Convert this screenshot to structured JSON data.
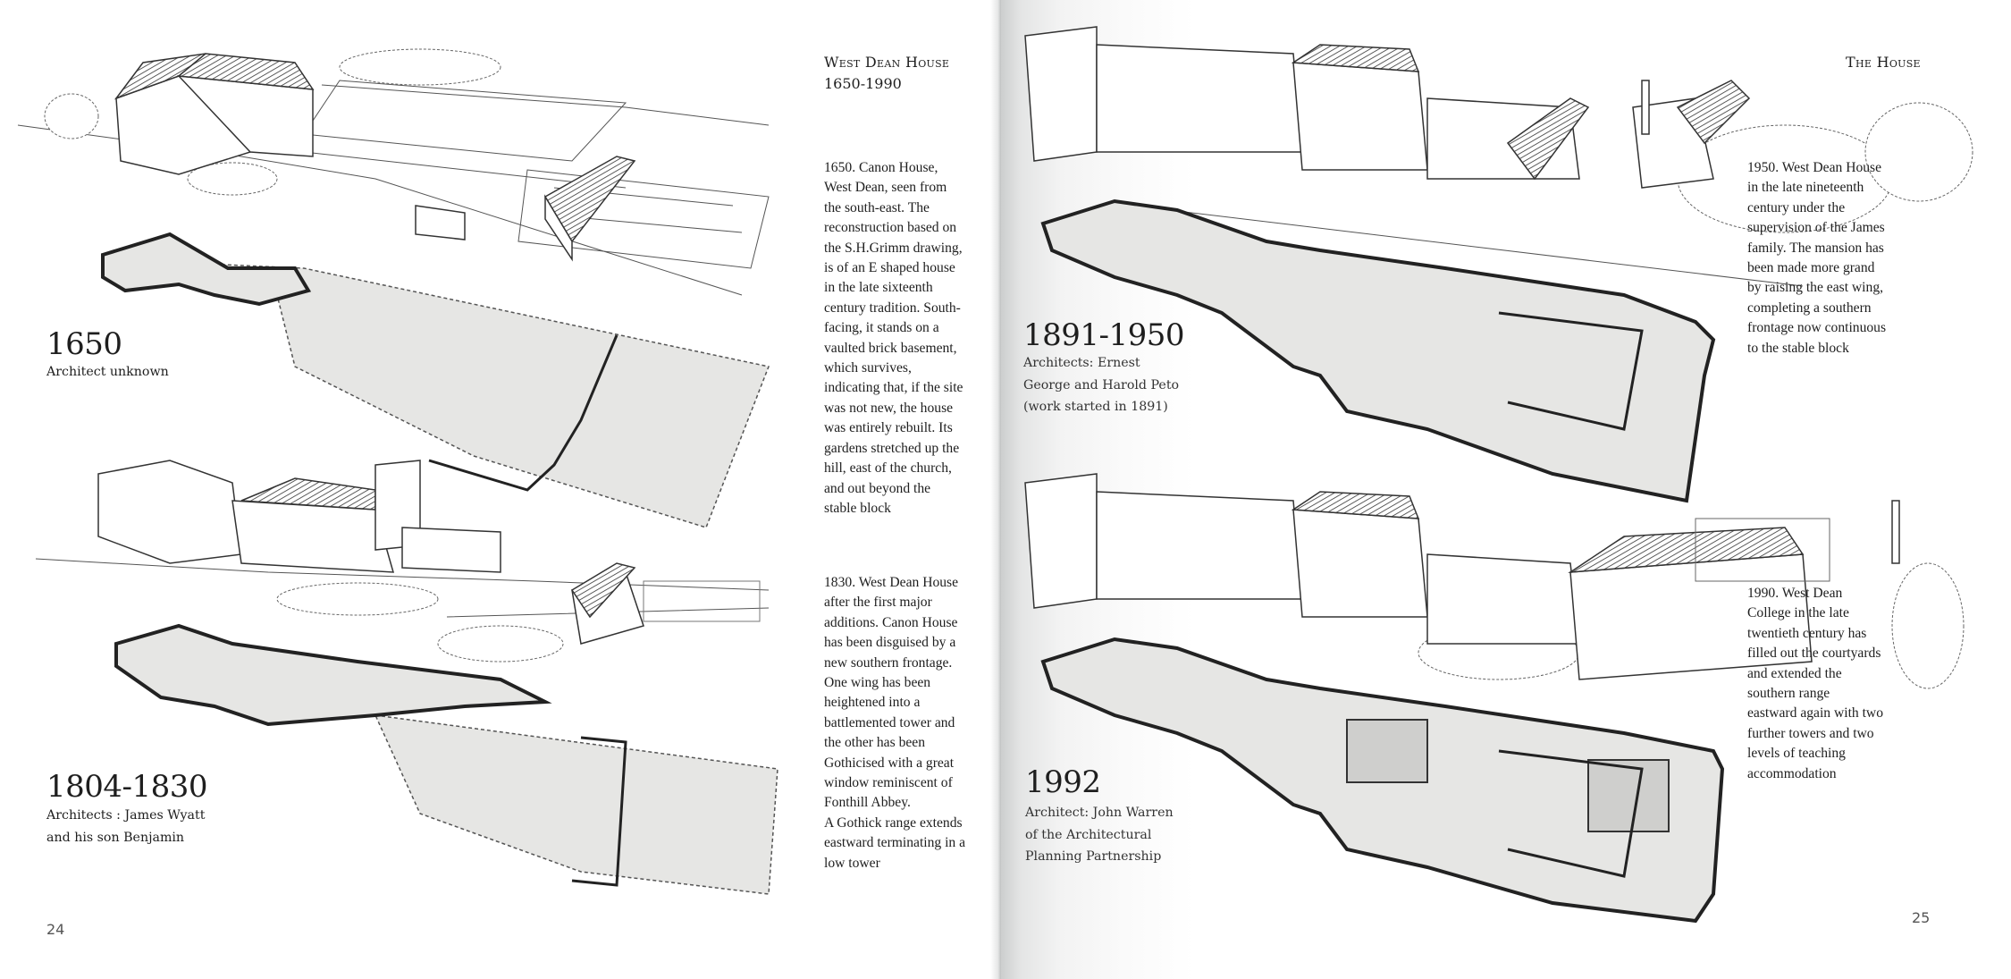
{
  "left_page": {
    "heading": {
      "title": "West Dean House",
      "dates": "1650-1990"
    },
    "paragraph_1650": "1650. Canon House,\nWest Dean, seen from\nthe south-east. The\nreconstruction based on\nthe S.H.Grimm drawing,\nis of an E shaped house\nin the late sixteenth\ncentury tradition. South-\nfacing, it stands on a\nvaulted brick basement,\nwhich survives,\nindicating that, if the site\nwas not new, the house\nwas entirely rebuilt. Its\ngardens stretched up the\nhill, east of the church,\nand out beyond the\nstable block",
    "paragraph_1830": "1830. West Dean House\nafter the first major\nadditions. Canon House\nhas been disguised by a\nnew southern frontage.\nOne wing has been\nheightened into a\nbattlemented tower and\nthe other has been\nGothicised with a great\nwindow reminiscent of\nFonthill Abbey.\nA Gothick range extends\neastward terminating in a\nlow tower",
    "era_1650": {
      "year": "1650",
      "caption": "Architect unknown"
    },
    "era_1804": {
      "year": "1804-1830",
      "caption": "Architects : James Wyatt\nand his son Benjamin"
    },
    "page_number": "24"
  },
  "right_page": {
    "running_head": "The House",
    "paragraph_1950": "1950. West Dean House\nin the late nineteenth\ncentury under the\nsupervision of the James\nfamily. The mansion has\nbeen made more grand\nby raising the east wing,\ncompleting a southern\nfrontage now continuous\nto the stable block",
    "paragraph_1990": "1990. West Dean\nCollege in the late\ntwentieth century has\nfilled out the courtyards\nand extended the\nsouthern range\neastward again with two\nfurther towers and two\nlevels of teaching\naccommodation",
    "era_1891": {
      "year": "1891-1950",
      "caption": "Architects: Ernest\nGeorge and Harold Peto\n(work started in 1891)"
    },
    "era_1992": {
      "year": "1992",
      "caption": "Architect: John Warren\nof the Architectural\nPlanning Partnership"
    },
    "page_number": "25"
  }
}
